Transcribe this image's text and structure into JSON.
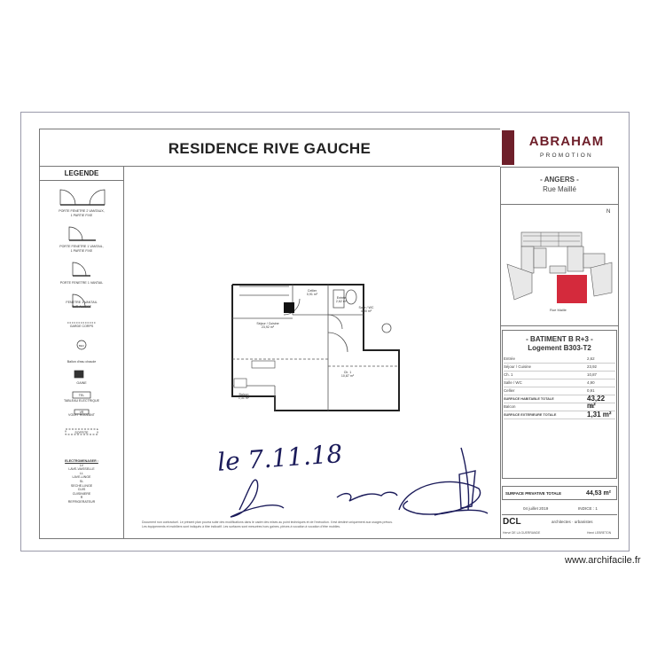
{
  "document": {
    "title": "RESIDENCE RIVE GAUCHE",
    "watermark": "www.archifacile.fr"
  },
  "legend": {
    "heading": "LEGENDE",
    "items": [
      [
        "PORTE FENETRE 2 VANTAUX,",
        "1 PARTIE FIXE"
      ],
      [
        "PORTE FENETRE 1 VANTAIL,",
        "1 PARTIE FIXE"
      ],
      [
        "PORTE FENETRE 1 VANTAIL"
      ],
      [
        "FENETRE 1 VANTAIL",
        "SUR ALLEGE"
      ],
      [
        "GARDE CORPS"
      ],
      [
        "Ballon d'eau chaude"
      ],
      [
        "GAINE"
      ],
      [
        "TABLEAU ELECTRIQUE"
      ],
      [
        "VOLET ROULANT"
      ],
      [
        "SOFFITE"
      ],
      [
        "ELECTROMENAGER :",
        "LV",
        "LAVE-VAISSELLE",
        "LL",
        "LAVE-LINGE",
        "SL",
        "SECHE-LINGE",
        "CUIS",
        "CUISINIERE",
        "R",
        "REFRIGERATEUR"
      ]
    ],
    "badges": {
      "bec": "BEC",
      "tab": "TEL",
      "vr": "VR"
    }
  },
  "brand": {
    "name": "ABRAHAM",
    "subtitle": "PROMOTION",
    "accent_color": "#6e1f2a"
  },
  "location": {
    "city": "- ANGERS -",
    "street": "Rue Maillé",
    "site_plan_label": "Rue Maille",
    "north": "N",
    "highlight_color": "#d42a3c"
  },
  "unit": {
    "building": "- BATIMENT B R+3 -",
    "lot": "Logement B303-T2",
    "rows": [
      {
        "label": "Entrée",
        "value": "2,62"
      },
      {
        "label": "Séjour / Cuisine",
        "value": "23,92"
      },
      {
        "label": "Ch. 1",
        "value": "10,87"
      },
      {
        "label": "Salle / WC",
        "value": "4,90"
      },
      {
        "label": "Cellier",
        "value": "0,91"
      }
    ],
    "habitable_label": "SURFACE HABITABLE TOTALE",
    "habitable_value": "43,22 m²",
    "balcony_label": "Balcon",
    "balcony_value": "1,31",
    "exterior_label": "SURFACE EXTERIEURE TOTALE",
    "exterior_value": "1,31 m²",
    "private_label": "SURFACE PRIVATIVE TOTALE",
    "private_value": "44,53 m²",
    "date": "04 juillet 2019",
    "index": "INDICE : 1"
  },
  "architect": {
    "name": "DCL",
    "subtitle": "architectes · urbanistes",
    "left_name": "Hervé DE LA GUERRANDE",
    "right_name": "Henri LEBRETON"
  },
  "plan_rooms": {
    "celier": "Cellier\n0,91 m²",
    "entree": "Entrée\n2,62 m²",
    "sdb": "Salle / WC\n4,90 m²",
    "sejour": "Séjour / Cuisine\n23,92 m²",
    "chambre": "Ch. 1\n10,87 m²",
    "balcon": "Balcon\n1,31 m²"
  },
  "notes": [
    "Document non contractuel. Le présent plan pourra subir des modifications dans le cadre des mises au point techniques et de l'exécution. Il est destiné uniquement aux usages prévus.",
    "Les équipements et mobiliers sont indiqués à titre indicatif. Les surfaces sont mesurées hors gaines, pièces à vocation à vocation d'être mobiles."
  ],
  "signature": {
    "handwritten_date": "le 7.11.18"
  }
}
